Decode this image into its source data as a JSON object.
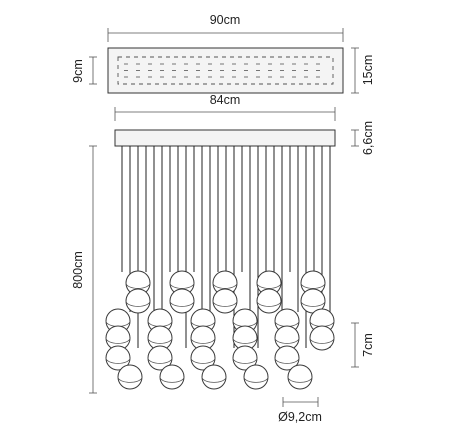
{
  "dimensions": {
    "top_width": "90cm",
    "top_depth": "9cm",
    "top_height_side": "15cm",
    "canopy_width": "84cm",
    "canopy_height": "6,6cm",
    "overall_height": "800cm",
    "globe_height": "7cm",
    "globe_diameter": "Ø9,2cm"
  }
}
